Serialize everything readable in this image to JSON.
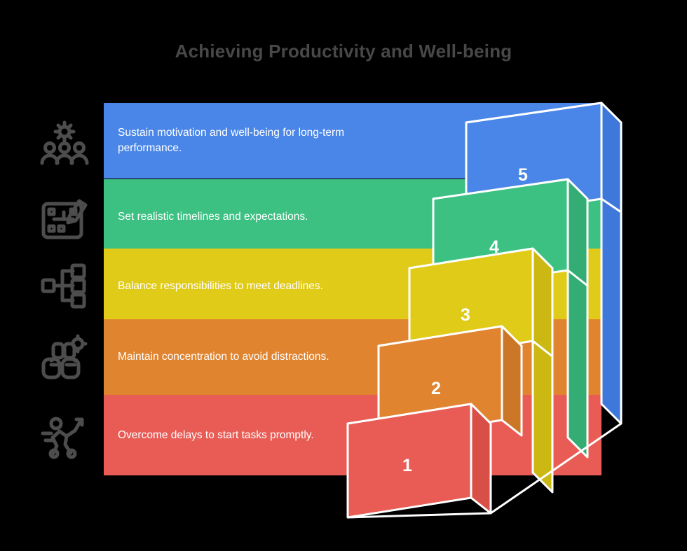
{
  "title": "Achieving Productivity and Well-being",
  "colors": {
    "background": "#000000",
    "title_text": "#4a4a4a",
    "label_text": "#ffffff",
    "edge_stroke": "#ffffff",
    "icon": "#4d4d4d",
    "level_5_front": "#4a86e8",
    "level_5_top": "#5a93ec",
    "level_5_side": "#3f78db",
    "level_4_front": "#3cc183",
    "level_4_top": "#4bcb90",
    "level_4_side": "#33ad74",
    "level_3_front": "#e0cb18",
    "level_3_top": "#ead62a",
    "level_3_side": "#ccb812",
    "level_2_front": "#e08430",
    "level_2_top": "#e7923f",
    "level_2_side": "#cc7628",
    "level_1_front": "#e85c55",
    "level_1_top": "#ed6d66",
    "level_1_side": "#d84f48"
  },
  "levels": [
    {
      "number": "5",
      "text": "Sustain motivation and well-being for long-term performance.",
      "color": "#4a86e8",
      "icon": "team-wellbeing-icon"
    },
    {
      "number": "4",
      "text": "Set realistic timelines and expectations.",
      "color": "#3cc183",
      "icon": "planning-clipboard-icon"
    },
    {
      "number": "3",
      "text": "Balance responsibilities to meet deadlines.",
      "color": "#e0cb18",
      "icon": "workflow-branch-icon"
    },
    {
      "number": "2",
      "text": "Maintain concentration to avoid distractions.",
      "color": "#e08430",
      "icon": "focus-binoculars-icon"
    },
    {
      "number": "1",
      "text": "Overcome delays to start tasks promptly.",
      "color": "#e85c55",
      "icon": "running-person-icon"
    }
  ],
  "chart_data": {
    "type": "bar",
    "title": "Achieving Productivity and Well-being",
    "categories": [
      "1",
      "2",
      "3",
      "4",
      "5"
    ],
    "values": [
      1,
      2,
      3,
      4,
      5
    ],
    "labels": [
      "Overcome delays to start tasks promptly.",
      "Maintain concentration to avoid distractions.",
      "Balance responsibilities to meet deadlines.",
      "Set realistic timelines and expectations.",
      "Sustain motivation and well-being for long-term performance."
    ],
    "xlabel": "",
    "ylabel": "",
    "grid": false,
    "legend": "none"
  }
}
